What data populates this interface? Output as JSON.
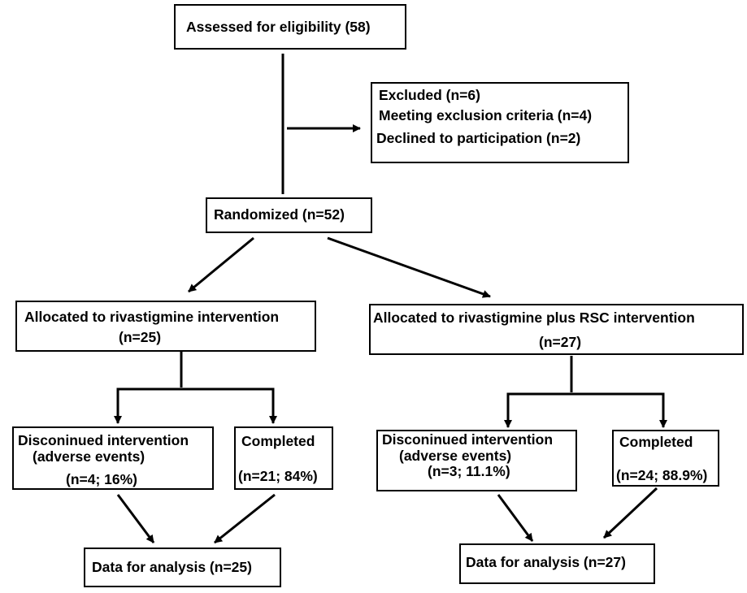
{
  "assessed": {
    "label": "Assessed for eligibility (58)"
  },
  "excluded": {
    "title": "Excluded (n=6)",
    "reason1": "Meeting exclusion criteria (n=4)",
    "reason2": "Declined to participation (n=2)"
  },
  "randomized": {
    "label": "Randomized (n=52)"
  },
  "arm_a": {
    "allocation_line1": "Allocated to rivastigmine intervention",
    "allocation_line2": "(n=25)",
    "discontinued_line1": "Disconinued intervention",
    "discontinued_line2": "(adverse events)",
    "discontinued_line3": "(n=4; 16%)",
    "completed_line1": "Completed",
    "completed_line2": "(n=21; 84%)",
    "analysis": "Data for analysis (n=25)"
  },
  "arm_b": {
    "allocation_line1": "Allocated to rivastigmine plus RSC intervention",
    "allocation_line2": "(n=27)",
    "discontinued_line1": "Disconinued intervention",
    "discontinued_line2": "(adverse events)",
    "discontinued_line3": "(n=3; 11.1%)",
    "completed_line1": "Completed",
    "completed_line2": "(n=24; 88.9%)",
    "analysis": "Data for analysis (n=27)"
  }
}
